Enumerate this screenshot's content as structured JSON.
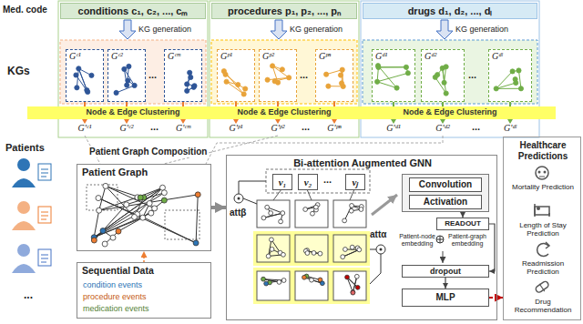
{
  "diagram": {
    "nodes": [
      {
        "text": [
          "conditions c₁, c₂, ..., cₘ"
        ]
      },
      {
        "text": [
          "procedures p₁, p₂, ..., pₙ"
        ]
      },
      {
        "text": [
          "drugs d₁, d₂, ..., dₗ"
        ]
      },
      {
        "text": [
          "Gᶜ¹"
        ]
      },
      {
        "text": [
          "Gᶜ²"
        ]
      },
      {
        "text": [
          "Gᶜᵐ"
        ]
      },
      {
        "text": [
          "Gᵖ¹"
        ]
      },
      {
        "text": [
          "Gᵖ²"
        ]
      },
      {
        "text": [
          "Gᵖⁿ"
        ]
      },
      {
        "text": [
          "Gᵈ¹"
        ]
      },
      {
        "text": [
          "Gᵈ²"
        ]
      },
      {
        "text": [
          "Gᵈˡ"
        ]
      },
      {
        "text": [
          "Node & Edge Clustering",
          "Node & Edge Clustering",
          "Node & Edge Clustering"
        ]
      },
      {
        "text": [
          "Patient Graph"
        ]
      },
      {
        "text": [
          "Sequential Data",
          "condition events",
          "procedure events",
          "medication events"
        ]
      },
      {
        "text": [
          "Bi-attention Augmented GNN"
        ]
      },
      {
        "text": [
          "v₁"
        ],
        "in": 15
      },
      {
        "text": [
          "v₂"
        ],
        "in": 15
      },
      {
        "text": [
          "vⱼ"
        ],
        "in": 15
      },
      {
        "text": [
          "Convolution",
          "Activation"
        ],
        "in": 15
      },
      {
        "text": [
          "READOUT"
        ],
        "in": 15
      },
      {
        "text": [
          "dropout"
        ],
        "in": 15
      },
      {
        "text": [
          "MLP"
        ],
        "in": 15
      },
      {
        "text": [
          "Healthcare Predictions",
          "Mortality Prediction",
          "Length of Stay Prediction",
          "Readmission Prediction",
          "Drug Recommendation"
        ]
      }
    ],
    "edges": [
      {
        "from": 13,
        "to": 15,
        "arrow": "to"
      },
      {
        "from": 14,
        "to": 13,
        "arrow": "to"
      },
      {
        "from": 19,
        "to": 20,
        "arrow": "to"
      },
      {
        "from": 20,
        "to": 21,
        "arrow": "to"
      },
      {
        "from": 21,
        "to": 22,
        "arrow": "to"
      },
      {
        "from": 22,
        "to": 23,
        "arrow": "to"
      }
    ],
    "labels": [
      "Med. code",
      "KG generation",
      "KG generation",
      "KG generation",
      "KGs",
      "...",
      "...",
      "...",
      "G'ᶜ¹",
      "G'ᶜ²",
      "G'ᶜᵐ",
      "G'ᵖ¹",
      "G'ᵖ²",
      "G'ᵖⁿ",
      "G'ᵈ¹",
      "G'ᵈ²",
      "G'ᵈˡ",
      "...",
      "...",
      "...",
      "Patients",
      "Patient Graph Composition",
      "...",
      "attβ",
      "attα",
      "Patient-node embedding",
      "Patient-graph embedding",
      "..."
    ]
  }
}
